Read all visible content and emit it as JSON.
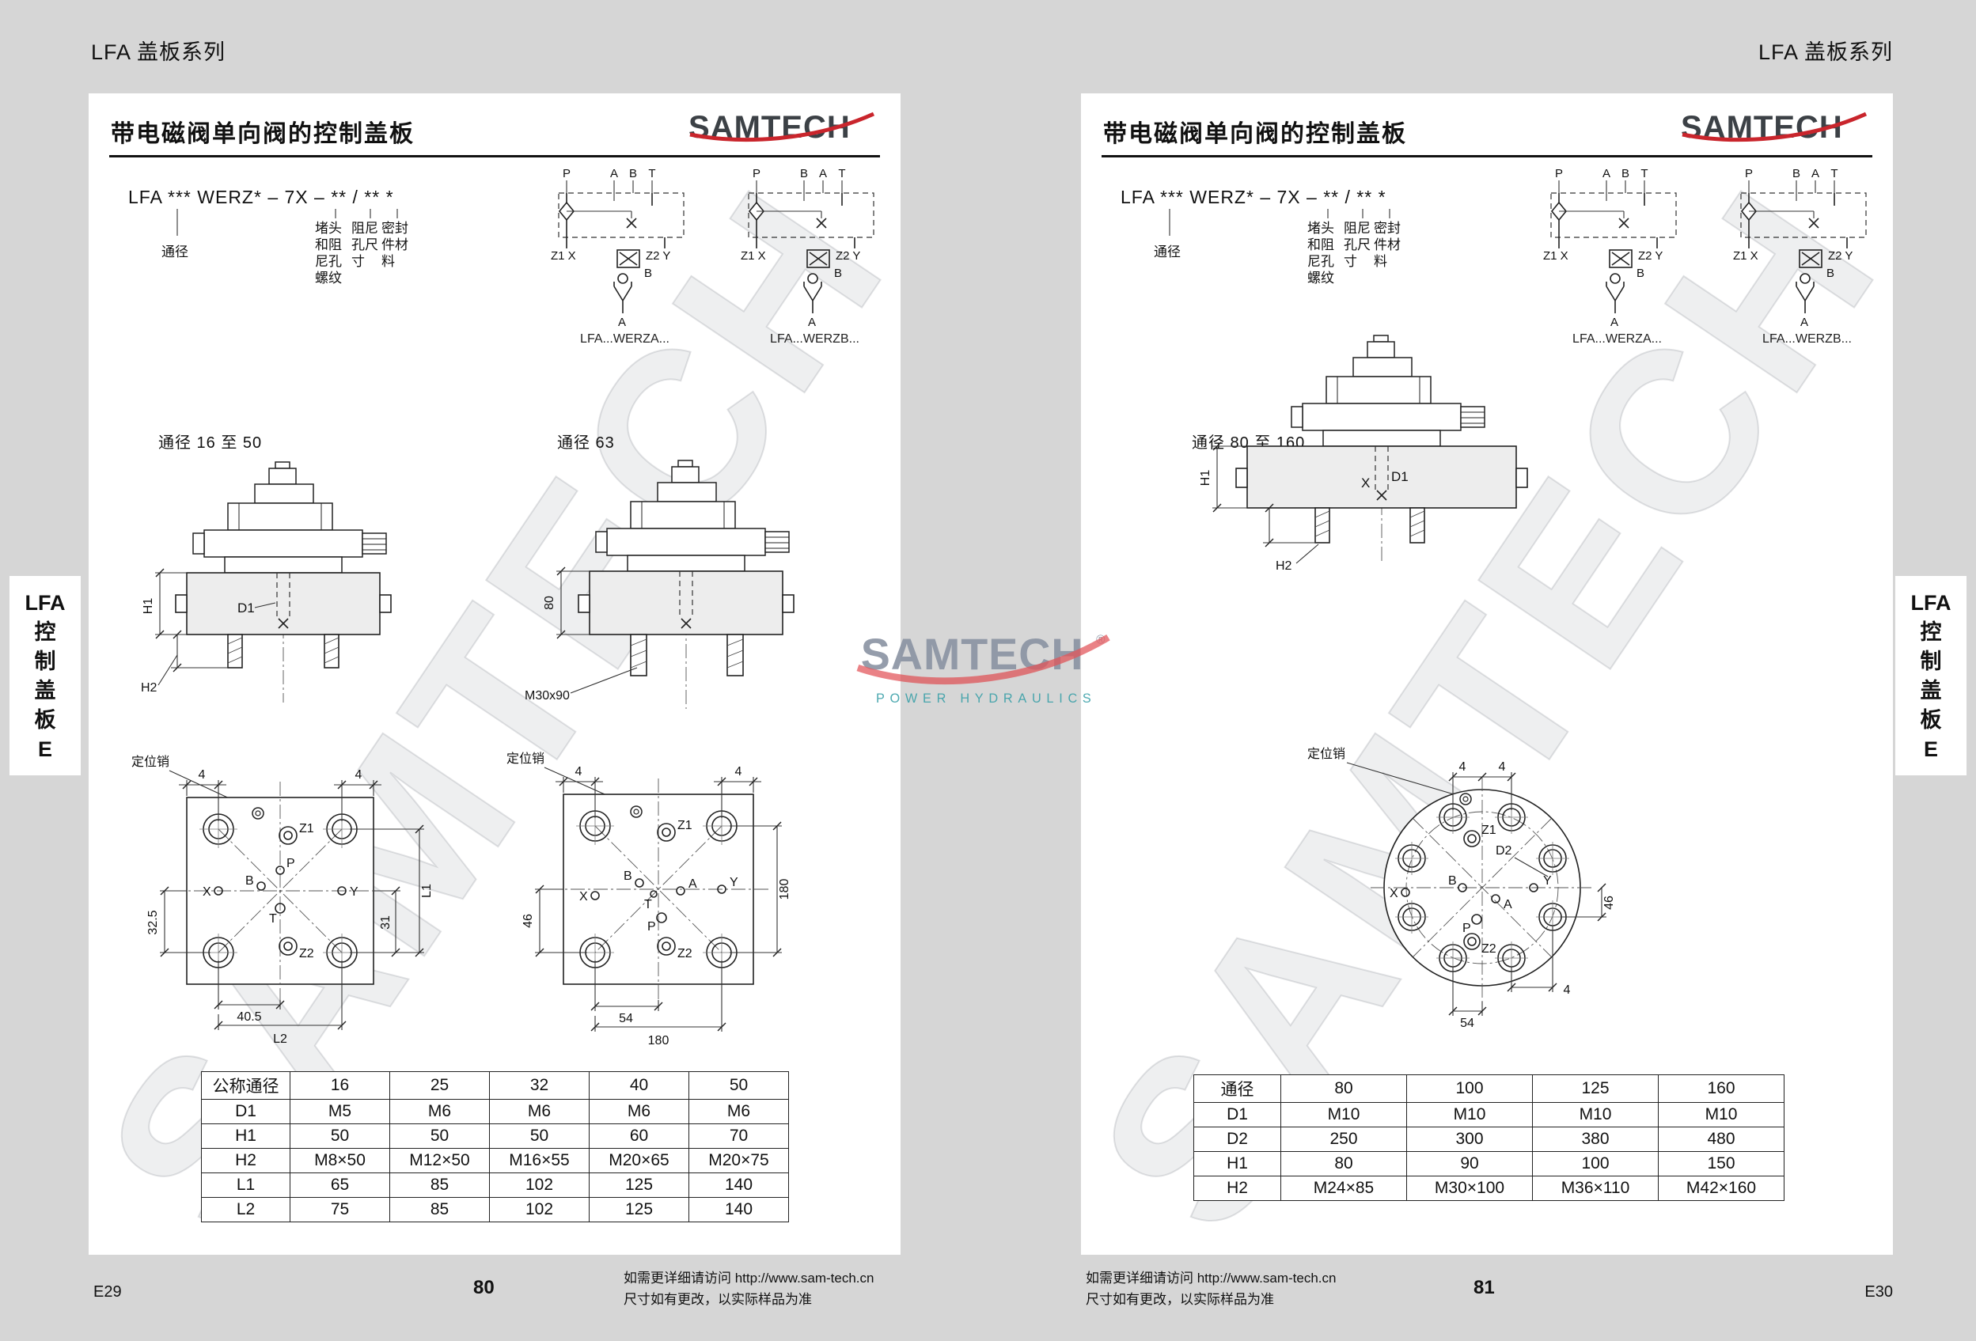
{
  "chrome": {
    "header_left": "LFA 盖板系列",
    "header_right": "LFA 盖板系列",
    "tab_lines": [
      "LFA",
      "控",
      "制",
      "盖",
      "板",
      "E"
    ]
  },
  "watermark": {
    "diagonal": "SAMTECH",
    "logo_text": "SAMTECH",
    "logo_sub": "POWER HYDRAULICS",
    "registered": "®"
  },
  "model": {
    "code": "LFA *** WERZ* – 7X – ** / ** *",
    "diameter": "通径",
    "col1": "堵头\n和阻\n尼孔\n螺纹",
    "col2": "阻尼\n孔尺\n寸",
    "col3": "密封\n件材\n料"
  },
  "schematic": {
    "a": {
      "p1": "P",
      "p2": "A",
      "p3": "B",
      "p4": "T",
      "z1": "Z1 X",
      "z2": "Z2 Y",
      "b": "B",
      "a": "A",
      "caption": "LFA...WERZA..."
    },
    "b": {
      "p1": "P",
      "p2": "B",
      "p3": "A",
      "p4": "T",
      "z1": "Z1 X",
      "z2": "Z2 Y",
      "b": "B",
      "a": "A",
      "caption": "LFA...WERZB..."
    }
  },
  "left_page": {
    "title": "带电磁阀单向阀的控制盖板",
    "logo": "SAMTECH",
    "section1": "通径 16 至 50",
    "section2": "通径 63",
    "drawing1": {
      "h1": "H1",
      "d1": "D1",
      "h2": "H2"
    },
    "drawing2": {
      "h80": "80",
      "thread": "M30x90"
    },
    "bottom1": {
      "pin": "定位销",
      "z1": "Z1",
      "p": "P",
      "b": "B",
      "t": "T",
      "x": "X",
      "y": "Y",
      "z2": "Z2",
      "dim4l": "4",
      "dim4r": "4",
      "dim325": "32.5",
      "dim31": "31",
      "l1": "L1",
      "dim405": "40.5",
      "l2": "L2"
    },
    "bottom2": {
      "pin": "定位销",
      "z1": "Z1",
      "p": "P",
      "b": "B",
      "t": "T",
      "a": "A",
      "x": "X",
      "y": "Y",
      "z2": "Z2",
      "dim4l": "4",
      "dim4r": "4",
      "dim46": "46",
      "dim180r": "180",
      "dim54": "54",
      "dim180b": "180"
    },
    "table": {
      "headers": [
        "公称通径",
        "16",
        "25",
        "32",
        "40",
        "50"
      ],
      "rows": [
        [
          "D1",
          "M5",
          "M6",
          "M6",
          "M6",
          "M6"
        ],
        [
          "H1",
          "50",
          "50",
          "50",
          "60",
          "70"
        ],
        [
          "H2",
          "M8×50",
          "M12×50",
          "M16×55",
          "M20×65",
          "M20×75"
        ],
        [
          "L1",
          "65",
          "85",
          "102",
          "125",
          "140"
        ],
        [
          "L2",
          "75",
          "85",
          "102",
          "125",
          "140"
        ]
      ]
    },
    "footer": {
      "code": "E29",
      "page": "80",
      "note1": "如需更详细请访问 http://www.sam-tech.cn",
      "note2": "尺寸如有更改，以实际样品为准"
    }
  },
  "right_page": {
    "title": "带电磁阀单向阀的控制盖板",
    "logo": "SAMTECH",
    "section": "通径 80 至 160",
    "drawing": {
      "h1": "H1",
      "x": "X",
      "d1": "D1",
      "h2": "H2"
    },
    "bottom": {
      "pin": "定位销",
      "z1": "Z1",
      "d2": "D2",
      "x": "X",
      "b": "B",
      "y": "Y",
      "a": "A",
      "p": "P",
      "z2": "Z2",
      "dim4tl": "4",
      "dim4tr": "4",
      "dim46": "46",
      "dim54": "54",
      "dim4b": "4"
    },
    "table": {
      "headers": [
        "通径",
        "80",
        "100",
        "125",
        "160"
      ],
      "rows": [
        [
          "D1",
          "M10",
          "M10",
          "M10",
          "M10"
        ],
        [
          "D2",
          "250",
          "300",
          "380",
          "480"
        ],
        [
          "H1",
          "80",
          "90",
          "100",
          "150"
        ],
        [
          "H2",
          "M24×85",
          "M30×100",
          "M36×110",
          "M42×160"
        ]
      ]
    },
    "footer": {
      "note1": "如需更详细请访问 http://www.sam-tech.cn",
      "note2": "尺寸如有更改，以实际样品为准",
      "page": "81",
      "code": "E30"
    }
  }
}
